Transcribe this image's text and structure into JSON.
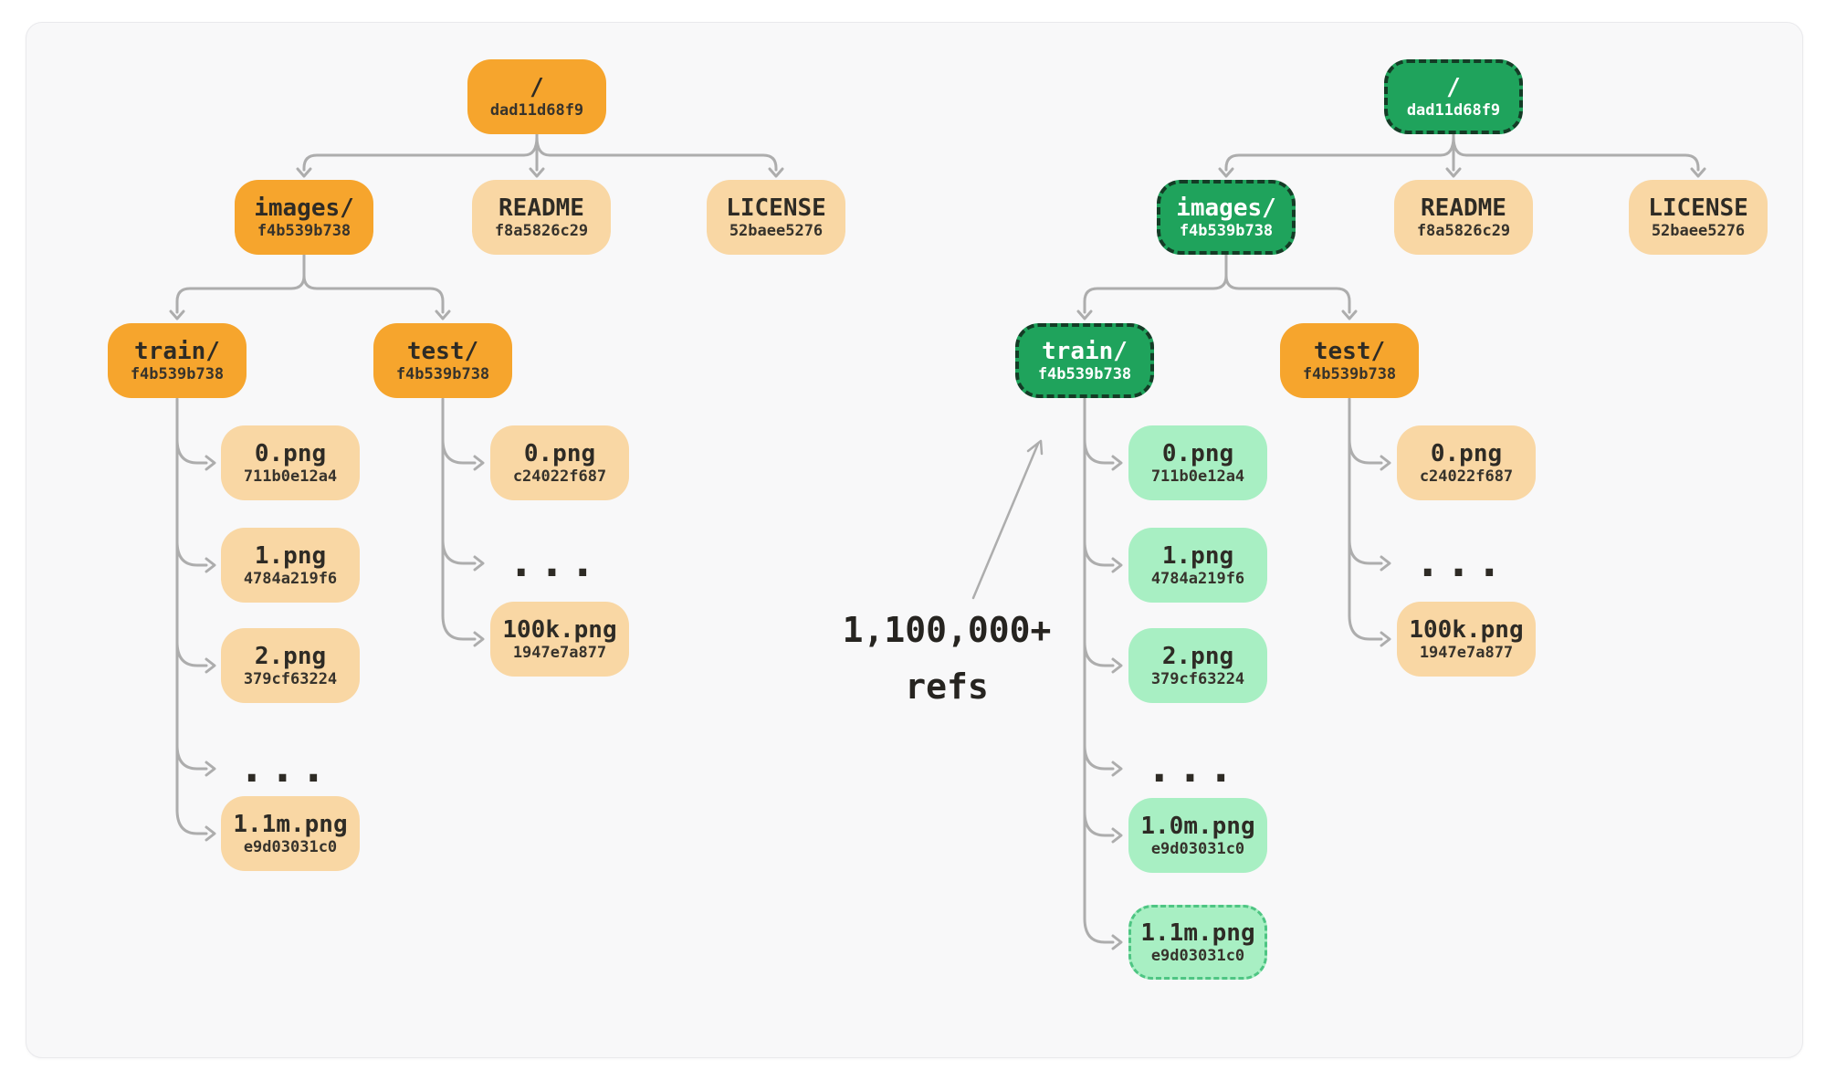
{
  "colors": {
    "dir_orange": "#f6a52d",
    "file_orange": "#f9d7a4",
    "dir_green": "#1fa35c",
    "dir_green_border": "#143c26",
    "file_green": "#a8efc3",
    "file_green_border": "#4ec583",
    "connector_gray": "#adadad",
    "text_dark": "#2e2b25",
    "card_background": "#f8f8f9"
  },
  "annotation": {
    "line1": "1,100,000+",
    "line2": "refs"
  },
  "before": {
    "root": {
      "label": "/",
      "hash": "dad11d68f9"
    },
    "images": {
      "label": "images/",
      "hash": "f4b539b738"
    },
    "readme": {
      "label": "README",
      "hash": "f8a5826c29"
    },
    "license": {
      "label": "LICENSE",
      "hash": "52baee5276"
    },
    "train": {
      "label": "train/",
      "hash": "f4b539b738"
    },
    "test": {
      "label": "test/",
      "hash": "f4b539b738"
    },
    "train_children": [
      {
        "label": "0.png",
        "hash": "711b0e12a4"
      },
      {
        "label": "1.png",
        "hash": "4784a219f6"
      },
      {
        "label": "2.png",
        "hash": "379cf63224"
      },
      {
        "label": "..."
      },
      {
        "label": "1.1m.png",
        "hash": "e9d03031c0"
      }
    ],
    "test_children": [
      {
        "label": "0.png",
        "hash": "c24022f687"
      },
      {
        "label": "..."
      },
      {
        "label": "100k.png",
        "hash": "1947e7a877"
      }
    ]
  },
  "after": {
    "root": {
      "label": "/",
      "hash": "dad11d68f9"
    },
    "images": {
      "label": "images/",
      "hash": "f4b539b738"
    },
    "readme": {
      "label": "README",
      "hash": "f8a5826c29"
    },
    "license": {
      "label": "LICENSE",
      "hash": "52baee5276"
    },
    "train": {
      "label": "train/",
      "hash": "f4b539b738"
    },
    "test": {
      "label": "test/",
      "hash": "f4b539b738"
    },
    "train_children": [
      {
        "label": "0.png",
        "hash": "711b0e12a4"
      },
      {
        "label": "1.png",
        "hash": "4784a219f6"
      },
      {
        "label": "2.png",
        "hash": "379cf63224"
      },
      {
        "label": "..."
      },
      {
        "label": "1.0m.png",
        "hash": "e9d03031c0"
      },
      {
        "label": "1.1m.png",
        "hash": "e9d03031c0"
      }
    ],
    "test_children": [
      {
        "label": "0.png",
        "hash": "c24022f687"
      },
      {
        "label": "..."
      },
      {
        "label": "100k.png",
        "hash": "1947e7a877"
      }
    ]
  }
}
